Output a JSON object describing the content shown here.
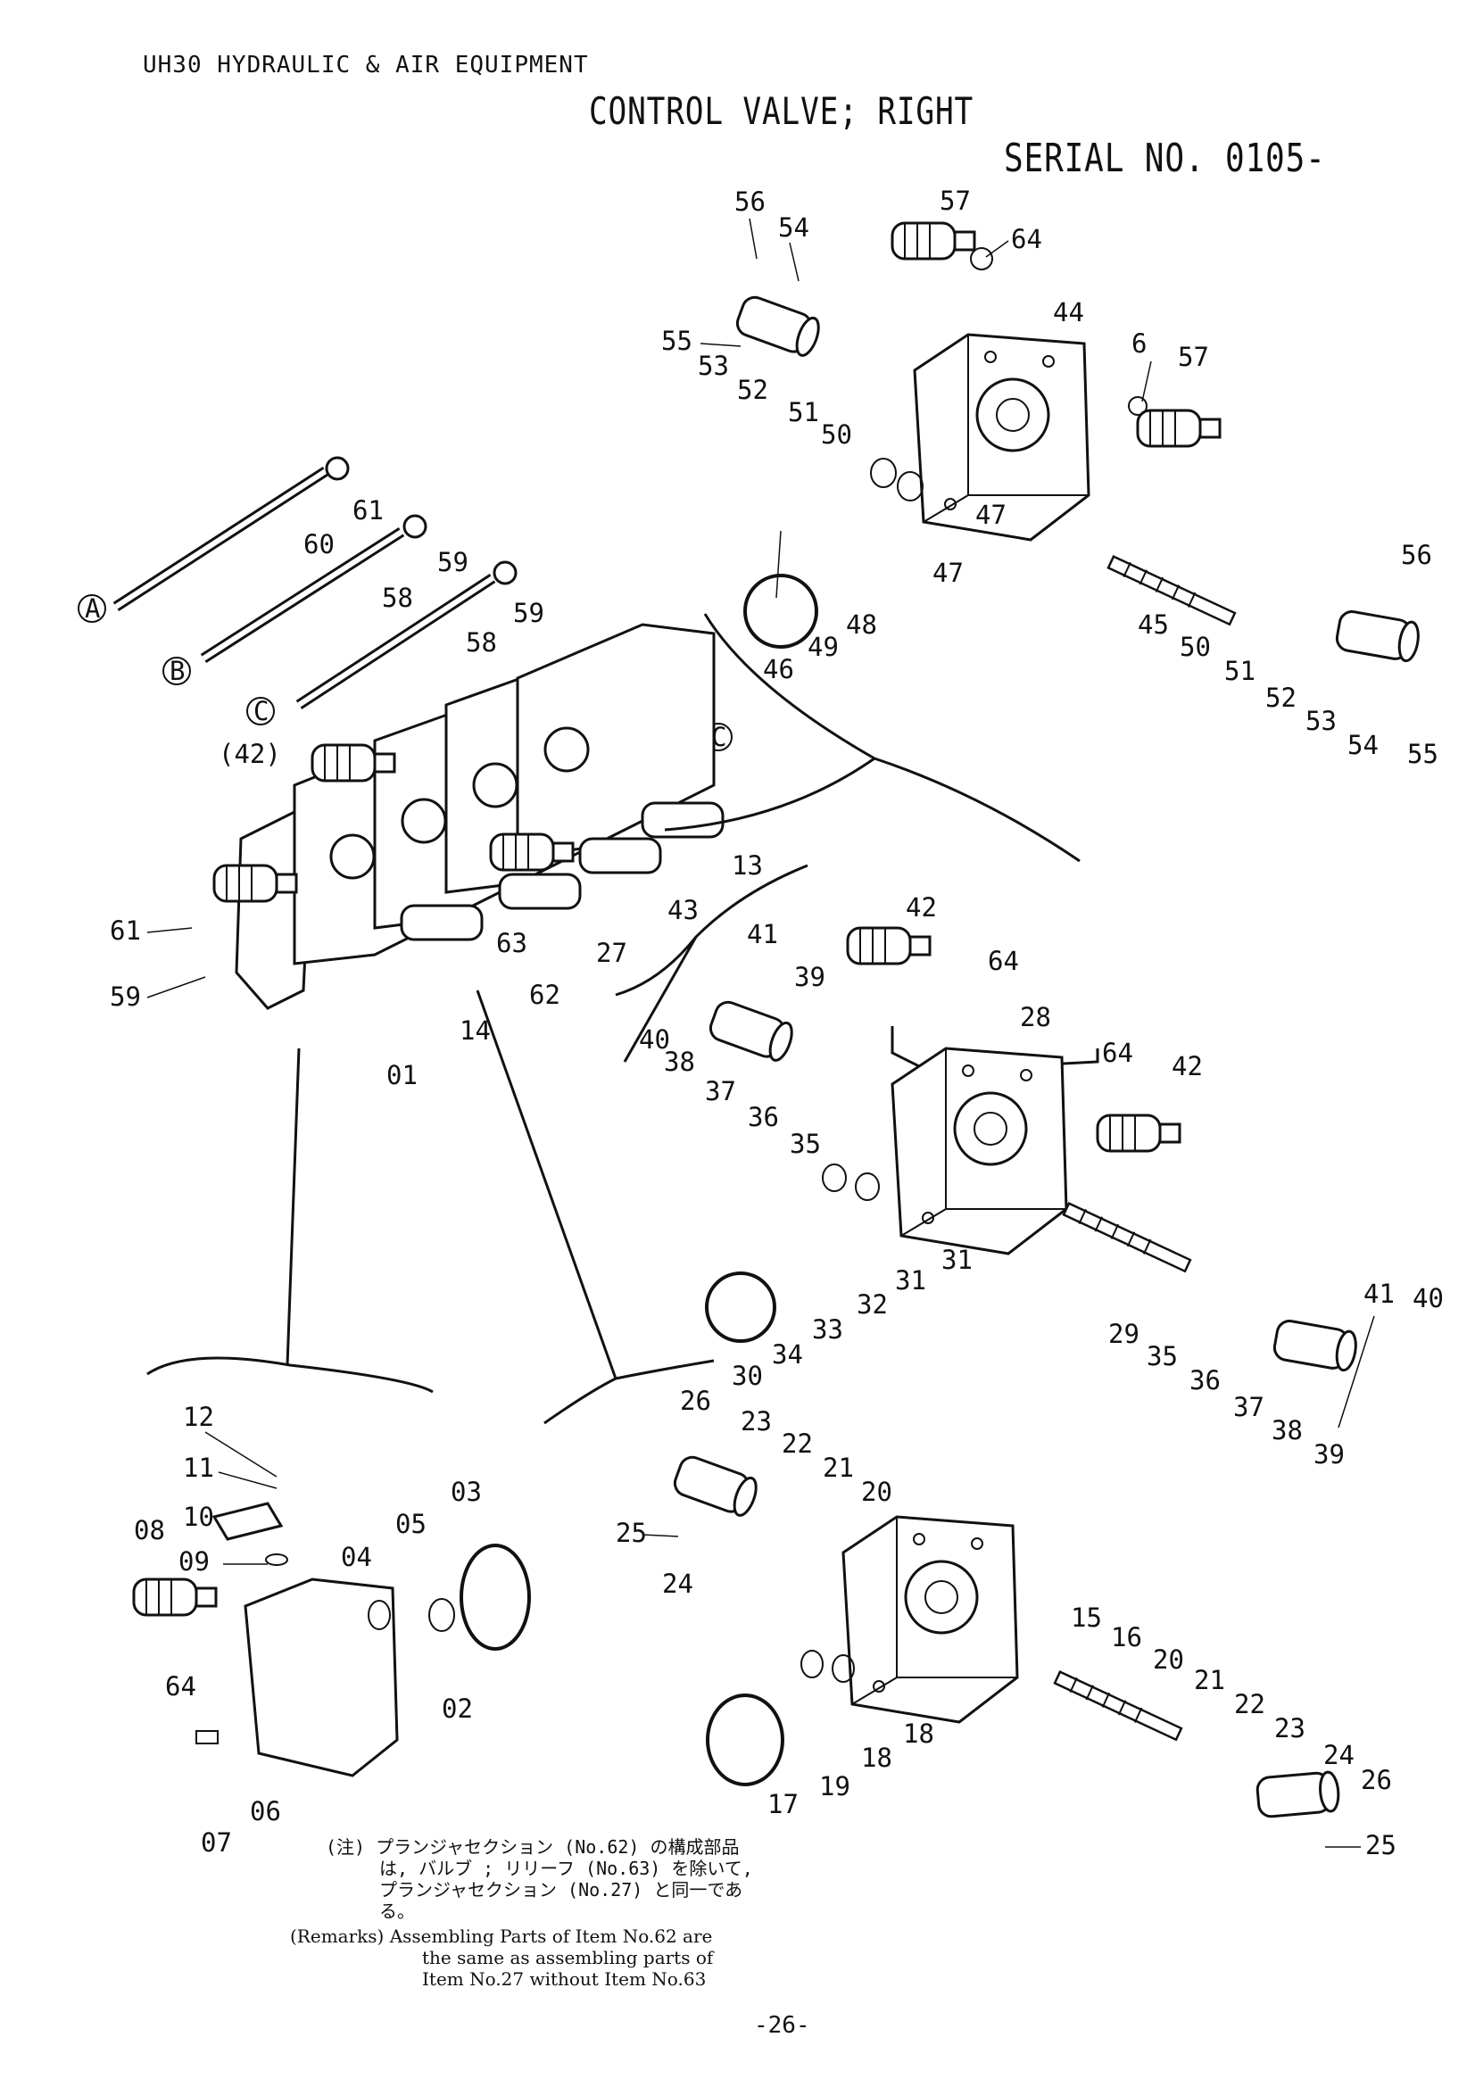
{
  "header": {
    "catalog_title": "UH30 HYDRAULIC & AIR EQUIPMENT",
    "section_title": "CONTROL VALVE; RIGHT",
    "serial": "SERIAL NO. 0105-"
  },
  "callouts": {
    "c56a": "56",
    "c54a": "54",
    "c57a": "57",
    "c64a": "64",
    "c55a": "55",
    "c53a": "53",
    "c52a": "52",
    "c51a": "51",
    "c50a": "50",
    "c44": "44",
    "c6": "6",
    "c57b": "57",
    "c47a": "47",
    "c47b": "47",
    "c46": "46",
    "c49": "49",
    "c48": "48",
    "c45": "45",
    "c50b": "50",
    "c51b": "51",
    "c52b": "52",
    "c53b": "53",
    "c54b": "54",
    "c55b": "55",
    "c56b": "56",
    "c61a": "61",
    "c60": "60",
    "c59a": "59",
    "c58a": "58",
    "c59b": "59",
    "c58b": "58",
    "c42a": "(42)",
    "c13": "13",
    "c43": "43",
    "c27": "27",
    "c63": "63",
    "c62": "62",
    "c14": "14",
    "c61b": "61",
    "c59c": "59",
    "c01": "01",
    "c42b": "42",
    "c64b": "64",
    "c41a": "41",
    "c39a": "39",
    "c40a": "40",
    "c38a": "38",
    "c37a": "37",
    "c36a": "36",
    "c35a": "35",
    "c28": "28",
    "c64c": "64",
    "c42c": "42",
    "c31a": "31",
    "c31b": "31",
    "c32": "32",
    "c33": "33",
    "c34": "34",
    "c30": "30",
    "c29": "29",
    "c35b": "35",
    "c36b": "36",
    "c37b": "37",
    "c38b": "38",
    "c39b": "39",
    "c41b": "41",
    "c40b": "40",
    "c12": "12",
    "c11": "11",
    "c10": "10",
    "c09": "09",
    "c08": "08",
    "c04": "04",
    "c05": "05",
    "c03": "03",
    "c64d": "64",
    "c02": "02",
    "c06": "06",
    "c07": "07",
    "c26a": "26",
    "c23a": "23",
    "c22a": "22",
    "c21a": "21",
    "c20a": "20",
    "c25a": "25",
    "c24a": "24",
    "c15": "15",
    "c16": "16",
    "c20b": "20",
    "c21b": "21",
    "c22b": "22",
    "c23b": "23",
    "c24b": "24",
    "c26b": "26",
    "c18a": "18",
    "c18b": "18",
    "c19": "19",
    "c17": "17",
    "c25b": "25"
  },
  "tie_rod_markers": [
    "A",
    "B",
    "C"
  ],
  "remarks": {
    "jp_line1": "(注) プランジャセクション (No.62) の構成部品",
    "jp_line2": "は, バルブ ; リリーフ (No.63) を除いて,",
    "jp_line3": "プランジャセクション (No.27) と同一であ",
    "jp_line4": "る。",
    "en_line1": "(Remarks) Assembling Parts of Item No.62 are",
    "en_line2": "the same as assembling parts of",
    "en_line3": "Item No.27 without Item No.63"
  },
  "page_number": "-26-"
}
